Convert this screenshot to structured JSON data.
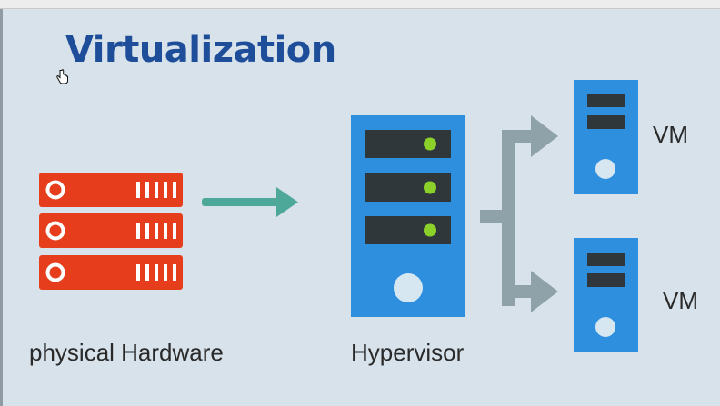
{
  "title": "Virtualization",
  "labels": {
    "physical_hardware": "physical Hardware",
    "hypervisor": "Hypervisor",
    "vm_top": "VM",
    "vm_bottom": "VM"
  },
  "colors": {
    "background": "#d7e2ea",
    "title": "#1e4e9a",
    "hardware": "#e63e1c",
    "server_blue": "#2f8fdf",
    "slot_dark": "#30373b",
    "led_green": "#8bd12a",
    "arrow_teal": "#4ea89a",
    "arrow_gray": "#8fa2aa"
  },
  "icons": [
    "physical-server-icon",
    "hypervisor-server-icon",
    "vm-server-icon",
    "arrow-right-icon",
    "branch-arrow-icon",
    "hand-cursor-icon"
  ]
}
